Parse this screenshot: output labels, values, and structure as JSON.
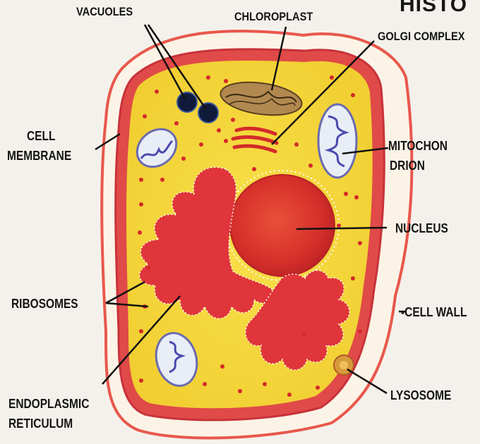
{
  "page": {
    "title": "HISTO"
  },
  "labels": {
    "vacuoles": "VACUOLES",
    "chloroplast": "CHLOROPLAST",
    "golgi": "GOLGI COMPLEX",
    "cell_membrane_1": "CELL",
    "cell_membrane_2": "MEMBRANE",
    "mitochondrion_1": "MITOCHON",
    "mitochondrion_2": "DRION",
    "nucleus": "NUCLEUS",
    "ribosomes": "RIBOSOMES",
    "cell_wall": "-CELL WALL",
    "endoplasmic_1": "ENDOPLASMIC",
    "endoplasmic_2": "RETICULUM",
    "lysosome": "LYSOSOME"
  },
  "colors": {
    "cell_wall": "#e8584c",
    "cytoplasm": "#f6d93a",
    "membrane": "#d83a3c",
    "nucleus": "#d9322c",
    "reticulum": "#e0353a",
    "mitochondria": "#8a88c6",
    "chloroplast": "#9a7a45",
    "vacuoles": "#101a3a"
  }
}
